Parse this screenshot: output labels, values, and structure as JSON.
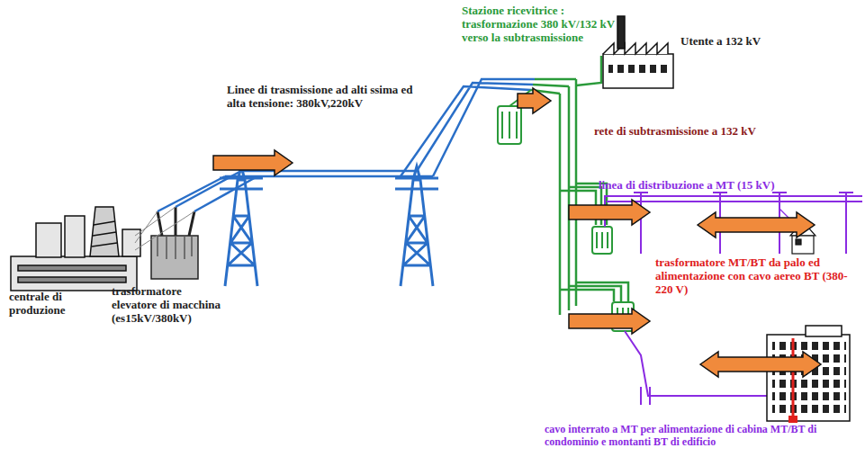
{
  "diagram": {
    "labels": [
      "Linee di trasmissione ad alti ssima ed alta tensione: 380kV,220kV",
      "Stazione ricevitrice : trasformazione 380 kV/132 kV verso la subtrasmissione",
      "Utente a 132 kV",
      "rete di subtrasmissione a 132 kV",
      "linea di distribuzione a MT (15 kV)",
      "trasformatore MT/BT da palo ed alimentazione con cavo aereo BT (380-220 V)",
      "cavo interrato a MT per alimentazione di cabina MT/BT di condominio e montanti BT di edificio",
      "centrale di produzione",
      "trasformatore elevatore di macchina (es15kV/380kV)"
    ]
  }
}
